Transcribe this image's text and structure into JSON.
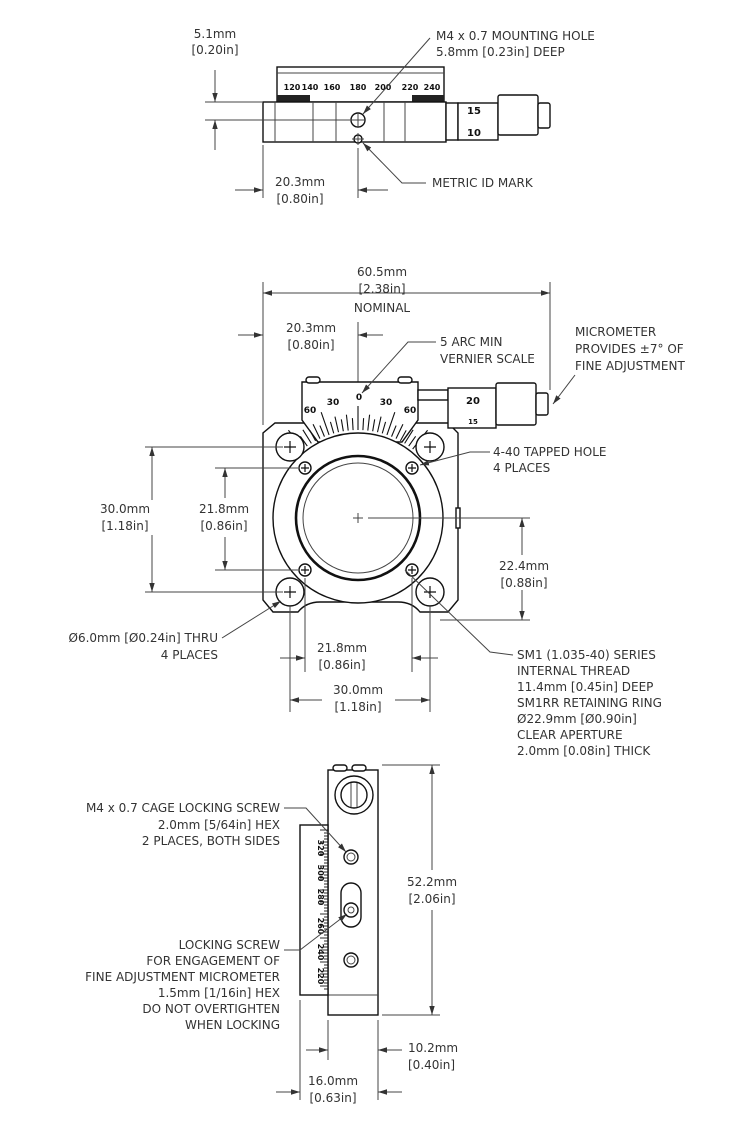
{
  "top_view": {
    "height_dim": [
      "5.1mm",
      "[0.20in]"
    ],
    "offset_dim": [
      "20.3mm",
      "[0.80in]"
    ],
    "mounting_hole": [
      "M4 x 0.7 MOUNTING HOLE",
      "5.8mm [0.23in] DEEP"
    ],
    "metric_mark": "METRIC ID MARK",
    "dial_labels": [
      "120",
      "140",
      "160",
      "180",
      "200",
      "220",
      "240"
    ],
    "micrometer_labels": [
      "15",
      "10"
    ]
  },
  "front_view": {
    "width_dim": [
      "60.5mm",
      "[2.38in]",
      "NOMINAL"
    ],
    "center_dim": [
      "20.3mm",
      "[0.80in]"
    ],
    "vernier": [
      "5 ARC MIN",
      "VERNIER SCALE"
    ],
    "vernier_labels": [
      "60",
      "30",
      "0",
      "30",
      "60"
    ],
    "micrometer": [
      "MICROMETER",
      "PROVIDES ±7° OF",
      "FINE ADJUSTMENT"
    ],
    "micrometer_labels": [
      "20",
      "15"
    ],
    "tapped_hole": [
      "4-40 TAPPED HOLE",
      "4 PLACES"
    ],
    "left_30_dim": [
      "30.0mm",
      "[1.18in]"
    ],
    "left_21_dim": [
      "21.8mm",
      "[0.86in]"
    ],
    "right_22_dim": [
      "22.4mm",
      "[0.88in]"
    ],
    "thru_hole": [
      "Ø6.0mm [Ø0.24in] THRU",
      "4 PLACES"
    ],
    "bottom_21_dim": [
      "21.8mm",
      "[0.86in]"
    ],
    "bottom_30_dim": [
      "30.0mm",
      "[1.18in]"
    ],
    "sm1": [
      "SM1 (1.035-40) SERIES",
      "INTERNAL THREAD",
      "11.4mm [0.45in] DEEP",
      "SM1RR RETAINING RING",
      "Ø22.9mm [Ø0.90in]",
      "CLEAR APERTURE",
      "2.0mm [0.08in] THICK"
    ]
  },
  "side_view": {
    "cage_screw": [
      "M4 x 0.7 CAGE LOCKING SCREW",
      "2.0mm [5/64in] HEX",
      "2 PLACES, BOTH SIDES"
    ],
    "locking_screw": [
      "LOCKING SCREW",
      "FOR ENGAGEMENT OF",
      "FINE ADJUSTMENT MICROMETER",
      "1.5mm [1/16in] HEX",
      "DO NOT OVERTIGHTEN",
      "WHEN LOCKING"
    ],
    "height_dim": [
      "52.2mm",
      "[2.06in]"
    ],
    "depth_dim": [
      "10.2mm",
      "[0.40in]"
    ],
    "width_dim": [
      "16.0mm",
      "[0.63in]"
    ],
    "scale_labels": [
      "320",
      "300",
      "280",
      "260",
      "240",
      "220"
    ]
  }
}
